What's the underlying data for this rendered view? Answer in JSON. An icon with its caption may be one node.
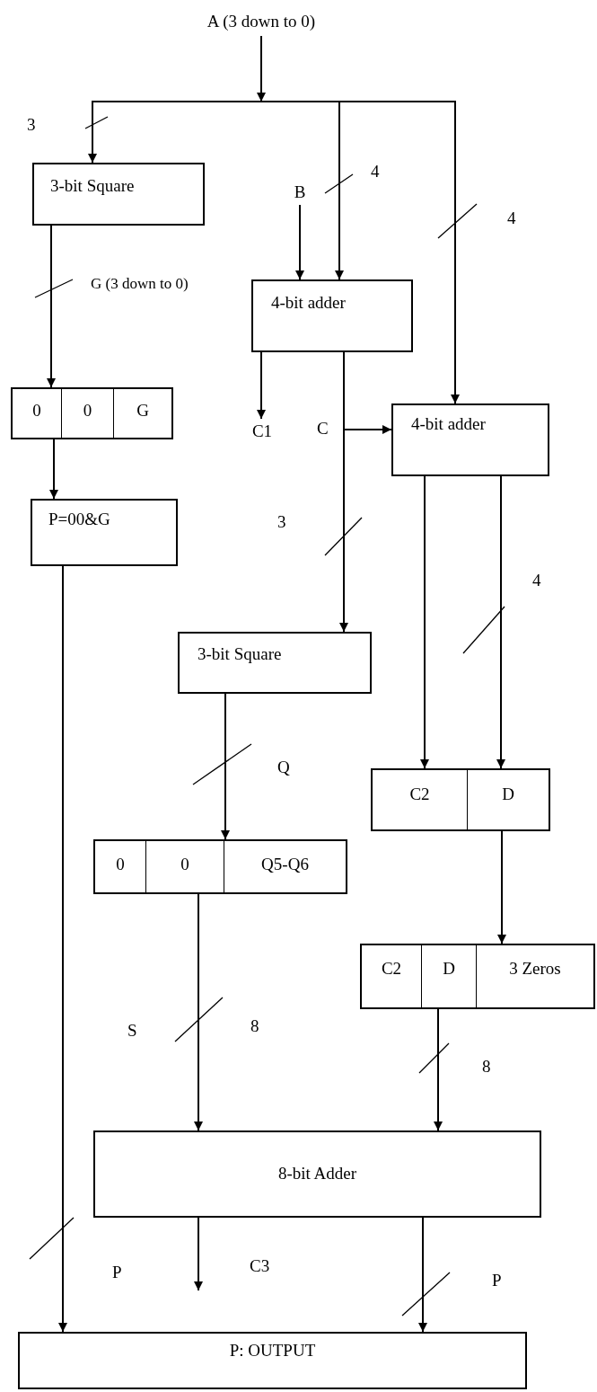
{
  "diagram": {
    "nodes": [
      {
        "text": [
          "A (3 down to 0)"
        ]
      },
      {
        "text": [
          "3-bit Square"
        ]
      },
      {
        "text": [
          "B"
        ]
      },
      {
        "text": [
          "4-bit adder"
        ]
      },
      {
        "text": [
          "0",
          "0",
          "G"
        ]
      },
      {
        "text": [
          "4-bit adder"
        ]
      },
      {
        "text": [
          "C1"
        ]
      },
      {
        "text": [
          "P=00&G"
        ]
      },
      {
        "text": [
          "3-bit Square"
        ]
      },
      {
        "text": [
          "C2",
          "D"
        ]
      },
      {
        "text": [
          "0",
          "0",
          "Q5-Q6"
        ]
      },
      {
        "text": [
          "C2",
          "D",
          "3 Zeros"
        ]
      },
      {
        "text": [
          "8-bit Adder"
        ]
      },
      {
        "text": [
          "P: OUTPUT"
        ]
      }
    ],
    "edges": [
      {
        "from": 0,
        "to": 1,
        "arrow": "to"
      },
      {
        "from": 0,
        "to": 3,
        "arrow": "to"
      },
      {
        "from": 0,
        "to": 5,
        "arrow": "to"
      },
      {
        "from": 2,
        "to": 3,
        "arrow": "to"
      },
      {
        "from": 1,
        "to": 4,
        "arrow": "to"
      },
      {
        "from": 4,
        "to": 7,
        "arrow": "to"
      },
      {
        "from": 3,
        "to": 6,
        "arrow": "to"
      },
      {
        "from": 3,
        "to": 8,
        "arrow": "to"
      },
      {
        "from": 3,
        "to": 5,
        "arrow": "to"
      },
      {
        "from": 5,
        "to": 9,
        "arrow": "to"
      },
      {
        "from": 5,
        "to": 9,
        "arrow": "to"
      },
      {
        "from": 8,
        "to": 10,
        "arrow": "to"
      },
      {
        "from": 9,
        "to": 11,
        "arrow": "to"
      },
      {
        "from": 10,
        "to": 12,
        "arrow": "to"
      },
      {
        "from": 11,
        "to": 12,
        "arrow": "to"
      },
      {
        "from": 7,
        "to": 13,
        "arrow": "to"
      },
      {
        "from": 12,
        "to": null,
        "arrow": "to"
      },
      {
        "from": 12,
        "to": 13,
        "arrow": "to"
      }
    ],
    "labels": [
      "3",
      "4",
      "4",
      "G (3 down to 0)",
      "C",
      "3",
      "4",
      "Q",
      "S",
      "8",
      "8",
      "P",
      "C3",
      "P"
    ]
  }
}
